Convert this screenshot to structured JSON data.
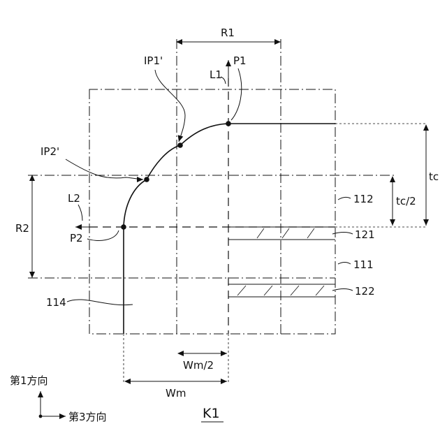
{
  "figure_title": "K1",
  "labels": {
    "r1": "R1",
    "r2": "R2",
    "l1": "L1",
    "l2": "L2",
    "p1": "P1",
    "p2": "P2",
    "ip1": "IP1'",
    "ip2": "IP2'",
    "tc": "tc",
    "tc_half": "tc/2",
    "wm": "Wm",
    "wm_half": "Wm/2",
    "ref_112": "112",
    "ref_121": "121",
    "ref_111": "111",
    "ref_122": "122",
    "ref_114": "114"
  },
  "axes": {
    "first_direction": "第1方向",
    "third_direction": "第3方向"
  }
}
